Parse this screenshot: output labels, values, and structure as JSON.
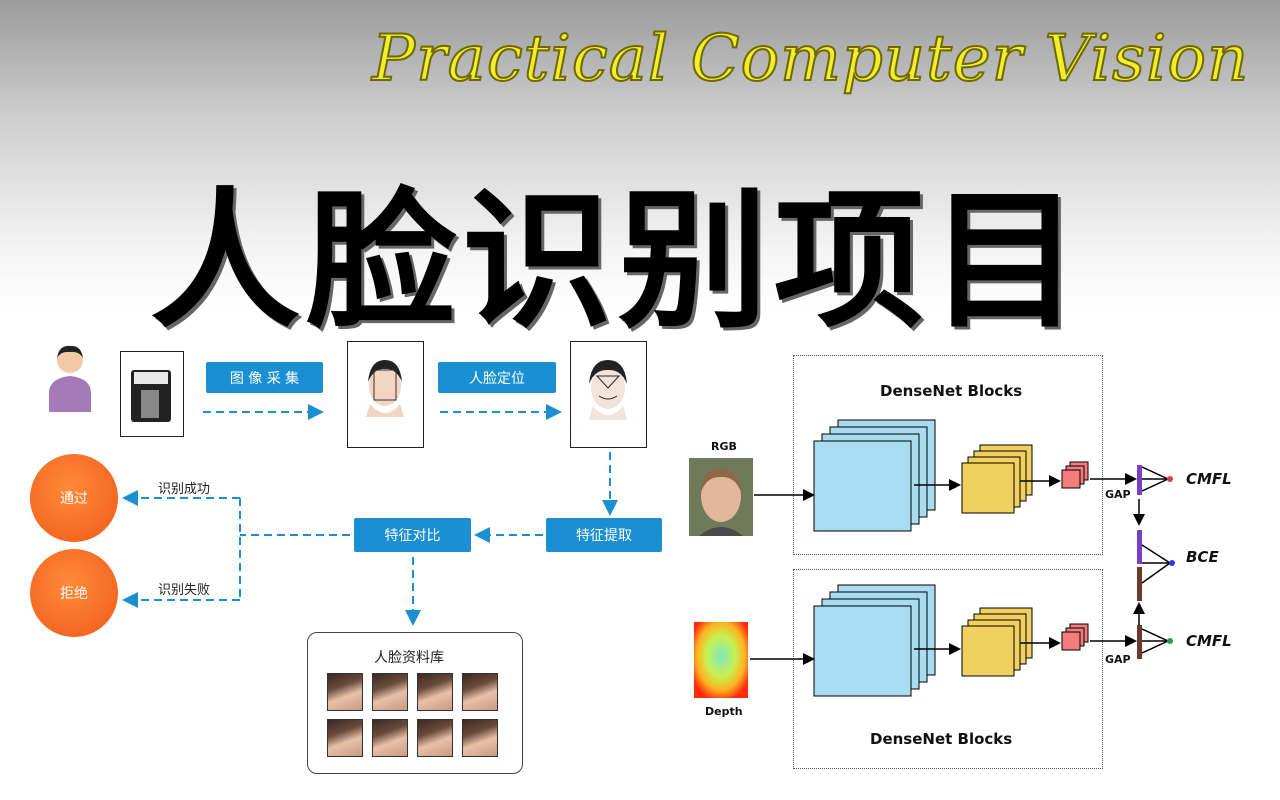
{
  "header": {
    "script_title": "Practical Computer Vision",
    "main_title": "人脸识别项目"
  },
  "flow": {
    "capture_label": "图 像 采 集",
    "locate_label": "人脸定位",
    "extract_label": "特征提取",
    "compare_label": "特征对比",
    "pass_label": "通过",
    "reject_label": "拒绝",
    "success_label": "识别成功",
    "fail_label": "识别失败",
    "database_label": "人脸资料库"
  },
  "network": {
    "top_block_title": "DenseNet Blocks",
    "bottom_block_title": "DenseNet Blocks",
    "rgb_label": "RGB",
    "depth_label": "Depth",
    "gap_top": "GAP",
    "gap_bottom": "GAP",
    "out_cmfl_top": "CMFL",
    "out_bce": "BCE",
    "out_cmfl_bottom": "CMFL"
  },
  "colors": {
    "button_blue": "#1a8fd1",
    "orange": "#f05a17",
    "block_blue": "#a9dcf1",
    "block_yellow": "#f0d05e",
    "block_red": "#f47c7c",
    "title_yellow": "#f2ee2c"
  }
}
